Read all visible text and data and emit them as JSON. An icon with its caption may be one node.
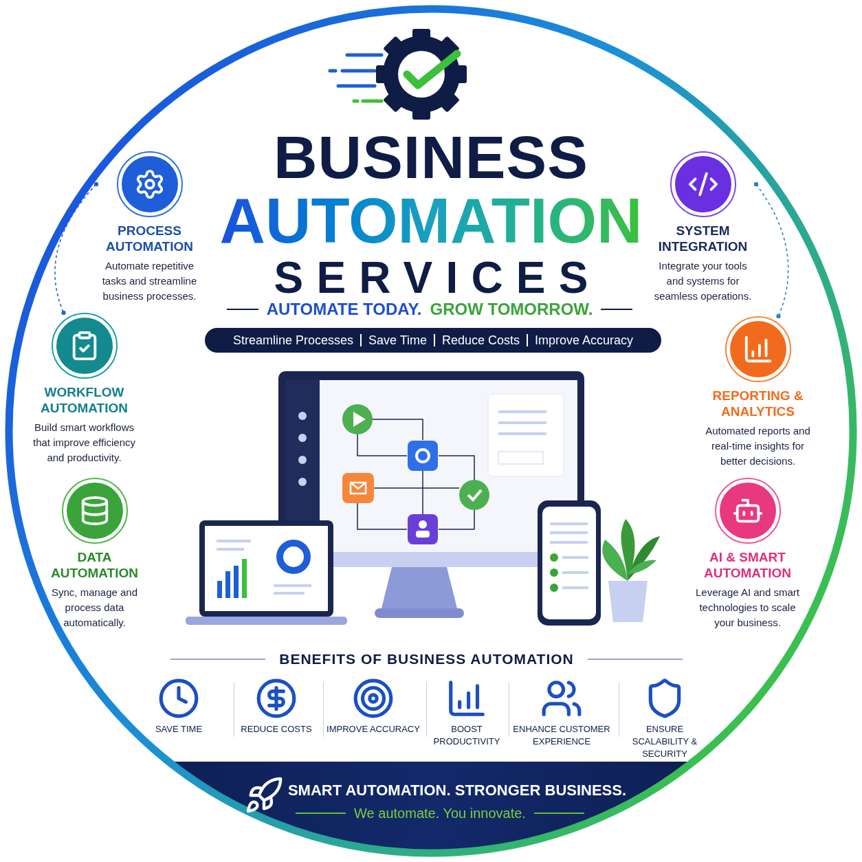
{
  "diagram": {
    "title": "BUSINESS AUTOMATION SERVICES",
    "nodes": [
      {
        "text": [
          "PROCESS AUTOMATION",
          "Automate repetitive tasks and streamline business processes."
        ]
      },
      {
        "text": [
          "WORKFLOW AUTOMATION",
          "Build smart workflows that improve efficiency and productivity."
        ]
      },
      {
        "text": [
          "DATA AUTOMATION",
          "Sync, manage and process data automatically."
        ]
      },
      {
        "text": [
          "SYSTEM INTEGRATION",
          "Integrate your tools and systems for seamless operations."
        ]
      },
      {
        "text": [
          "REPORTING & ANALYTICS",
          "Automated reports and real-time insights for better decisions."
        ]
      },
      {
        "text": [
          "AI & SMART AUTOMATION",
          "Leverage AI and smart technologies to scale your business."
        ]
      }
    ],
    "edges": [
      {
        "from": 0,
        "to": 1,
        "arrow": "other",
        "style": "dashed"
      },
      {
        "from": 3,
        "to": 4,
        "arrow": "other",
        "style": "dashed"
      }
    ],
    "labels": [
      "AUTOMATE TODAY.",
      "GROW TOMORROW.",
      "Streamline Processes",
      "Save Time",
      "Reduce Costs",
      "Improve Accuracy",
      "BENEFITS OF BUSINESS AUTOMATION",
      "SAVE TIME",
      "REDUCE COSTS",
      "IMPROVE ACCURACY",
      "BOOST PRODUCTIVITY",
      "ENHANCE CUSTOMER EXPERIENCE",
      "ENSURE SCALABILITY & SECURITY",
      "SMART AUTOMATION. STRONGER BUSINESS.",
      "We automate. You innovate."
    ]
  }
}
